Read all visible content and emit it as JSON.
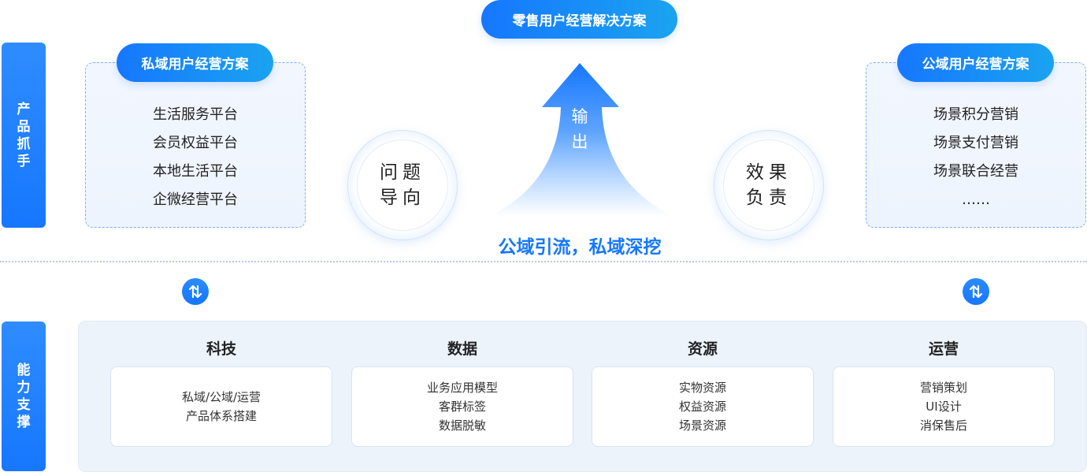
{
  "top_title": "零售用户经营解决方案",
  "side_tabs": {
    "product": "产品抓手",
    "capability": "能力支撑"
  },
  "private_panel": {
    "title": "私域用户经营方案",
    "items": [
      "生活服务平台",
      "会员权益平台",
      "本地生活平台",
      "企微经营平台"
    ]
  },
  "public_panel": {
    "title": "公域用户经营方案",
    "items": [
      "场景积分营销",
      "场景支付营销",
      "场景联合经营",
      "……"
    ]
  },
  "left_circle": {
    "line1": "问题",
    "line2": "导向"
  },
  "right_circle": {
    "line1": "效果",
    "line2": "负责"
  },
  "arrow": {
    "line1": "输",
    "line2": "出"
  },
  "slogan": "公域引流，私域深挖",
  "colors": {
    "primary": "#1677ff",
    "accent": "#1aa3f0",
    "panel_bg": "#eef4fd"
  },
  "icons": {
    "swap": "swap-vertical-icon"
  },
  "capabilities": [
    {
      "title": "科技",
      "items": [
        "私域/公域/运营",
        "产品体系搭建"
      ]
    },
    {
      "title": "数据",
      "items": [
        "业务应用模型",
        "客群标签",
        "数据脱敏"
      ]
    },
    {
      "title": "资源",
      "items": [
        "实物资源",
        "权益资源",
        "场景资源"
      ]
    },
    {
      "title": "运营",
      "items": [
        "营销策划",
        "UI设计",
        "消保售后"
      ]
    }
  ]
}
